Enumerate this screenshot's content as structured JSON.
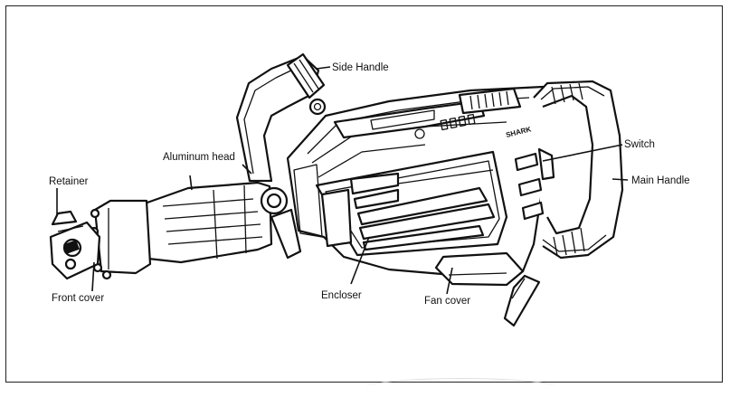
{
  "diagram": {
    "labels": {
      "side_handle": "Side Handle",
      "switch": "Switch",
      "main_handle": "Main Handle",
      "aluminum_head": "Aluminum head",
      "retainer": "Retainer",
      "front_cover": "Front cover",
      "encloser": "Encloser",
      "fan_cover": "Fan cover"
    },
    "brand_mark": "SHARK"
  },
  "colors": {
    "line": "#111111",
    "background": "#ffffff"
  }
}
